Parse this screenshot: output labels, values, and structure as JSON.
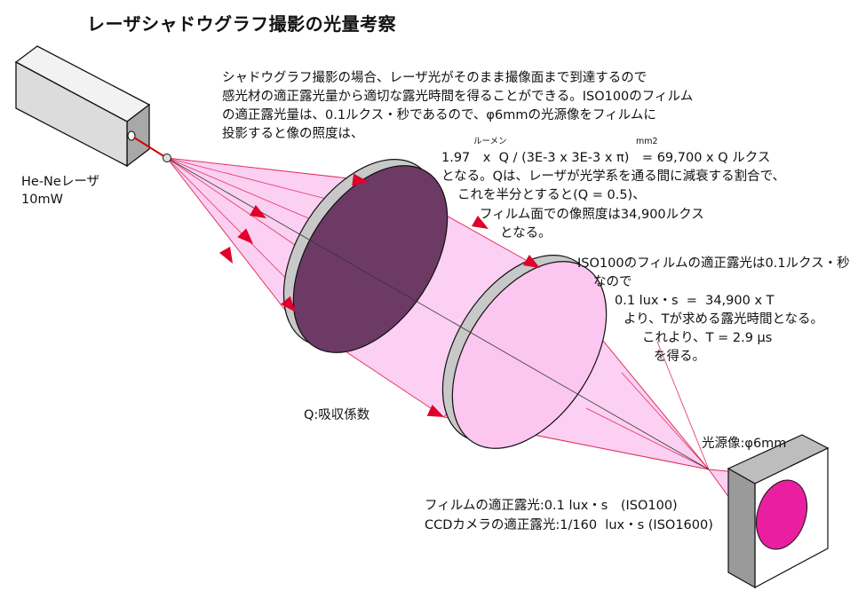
{
  "title": "レーザシャドウグラフ撮影の光量考察",
  "laser": {
    "name": "He-Neレーザ",
    "power": "10mW"
  },
  "intro_lines": [
    "シャドウグラフ撮影の場合、レーザ光がそのまま撮像面まで到達するので",
    "感光材の適正露光量から適切な露光時間を得ることができる。ISO100のフィルム",
    "の適正露光量は、0.1ルクス・秒であるので、φ6mmの光源像をフィルムに",
    "投影すると像の照度は、"
  ],
  "formula": {
    "lumen_note": "ルーメン",
    "mm2_note": "mm2",
    "main": "1.97　x  Q / (3E-3 x 3E-3 x π)　= 69,700 x Q ルクス"
  },
  "result_lines": [
    "となる。Qは、レーザが光学系を通る間に減衰する割合で、",
    "これを半分とすると(Q = 0.5)、",
    "フィルム面での像照度は34,900ルクス",
    "となる。"
  ],
  "exposure_lines": [
    "ISO100のフィルムの適正露光は0.1ルクス・秒",
    "なので",
    "0.1 lux・s  =  34,900 x T",
    "より、Tが求める露光時間となる。",
    "これより、T = 2.9 μs",
    "を得る。"
  ],
  "q_label": "Q:吸収係数",
  "source_image_label": "光源像:φ6mm",
  "film_exposure": "フィルムの適正露光:0.1 lux・s　(ISO100)",
  "ccd_exposure": "CCDカメラの適正露光:1/160  lux・s (ISO1600)",
  "colors": {
    "beam_fill": "#fcd0f2",
    "beam_line": "#e0335c",
    "arrow": "#e0002a",
    "lens1_face": "#6d3a66",
    "lens2_face": "#fbc6ef",
    "lens_rim": "#c8c8c8",
    "spot": "#ea1ea0",
    "laser_beam": "#d40000"
  }
}
